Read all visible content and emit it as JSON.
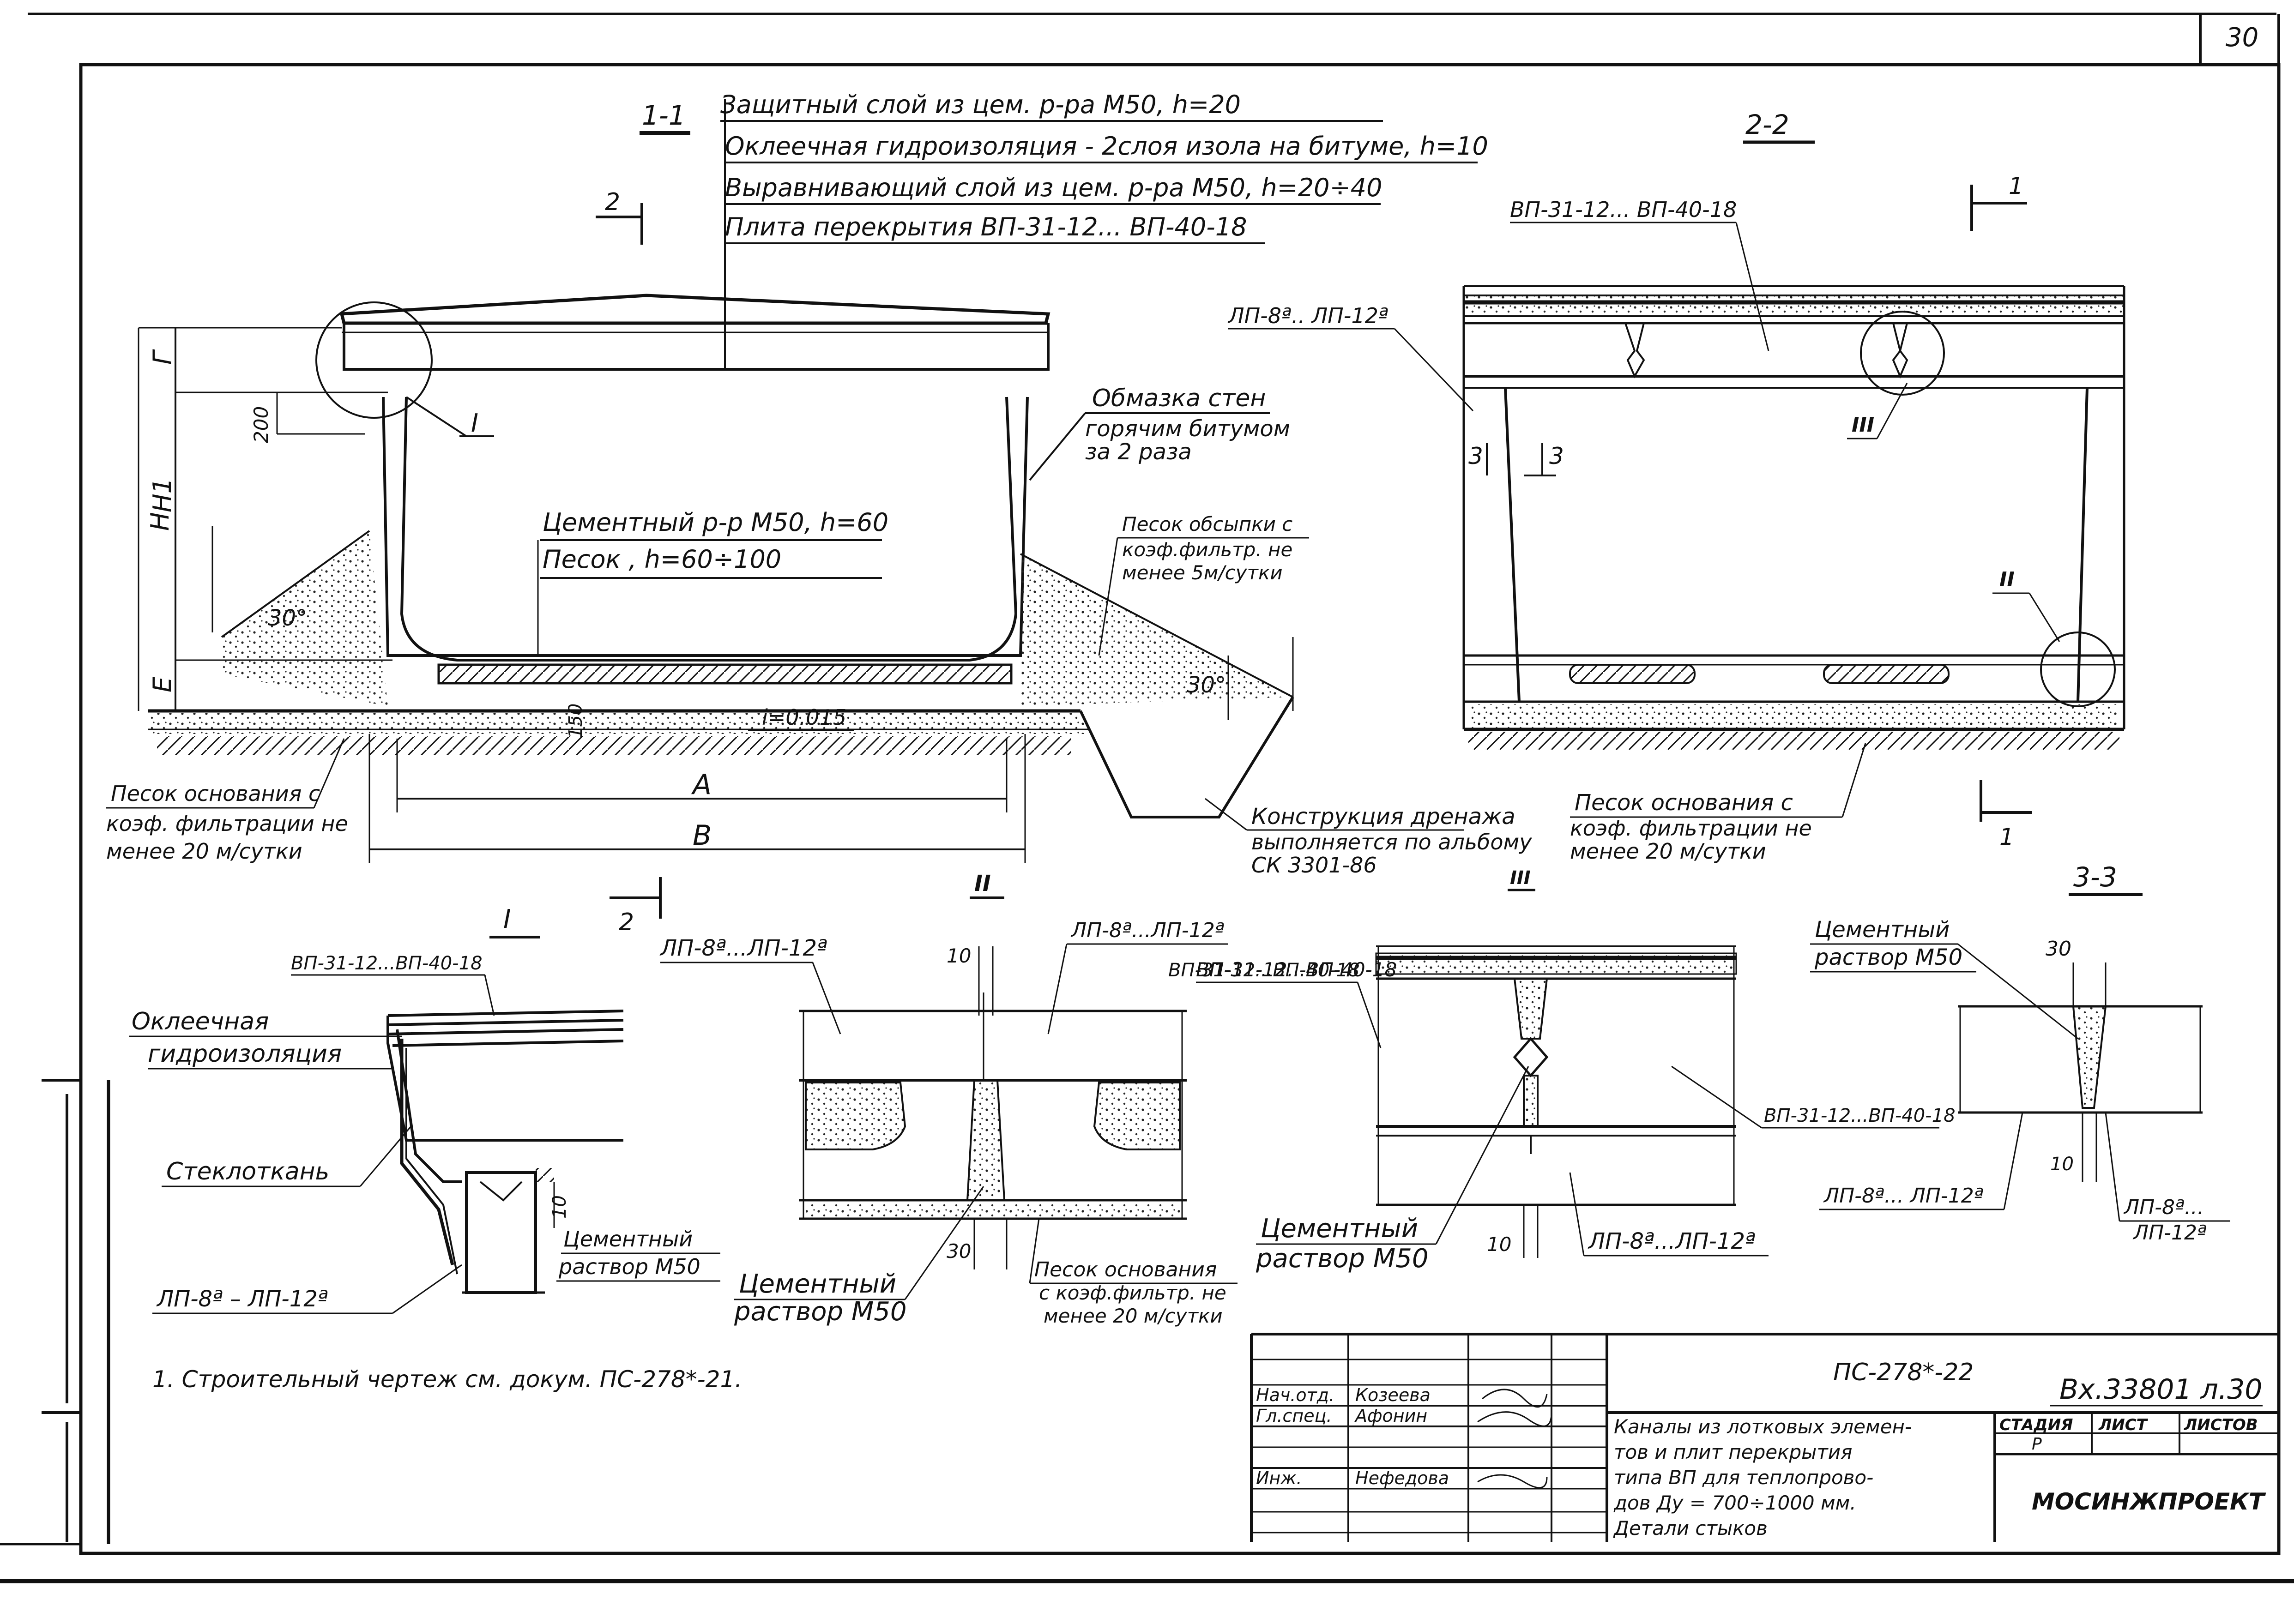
{
  "sheet_number": "30",
  "note": "1. Строительный чертеж см. докум. ПС-278*-21.",
  "title_block": {
    "doc_code": "ПС-278*-22",
    "inv_no": "Вх.33801 л.30",
    "description": [
      "Каналы из лотковых элемен-",
      "тов и плит перекрытия",
      "типа ВП для теплопрово-",
      "дов Ду = 700÷1000 мм.",
      "Детали стыков"
    ],
    "headers": {
      "stage": "СТАДИЯ",
      "sheet": "ЛИСТ",
      "sheets": "ЛИСТОВ"
    },
    "stage_value": "Р",
    "organization": "МОСИНЖПРОЕКТ",
    "signatures": [
      {
        "role": "Нач.отд.",
        "name": "Козеева"
      },
      {
        "role": "Гл.спец.",
        "name": "Афонин"
      },
      {
        "role": "Инж.",
        "name": "Нефедова"
      }
    ]
  },
  "section_1_1": {
    "title": "1-1",
    "layers": [
      "Защитный слой из цем. р-ра М50, h=20",
      "Оклеечная гидроизоляция - 2слоя изола на битуме, h=10",
      "Выравнивающий слой из цем. р-ра М50, h=20÷40",
      "Плита перекрытия ВП-31-12... ВП-40-18"
    ],
    "inner_layers": [
      "Цементный р-р М50, h=60",
      "Песок , h=60÷100"
    ],
    "wall_coating": [
      "Обмазка стен",
      "горячим битумом",
      "за 2 раза"
    ],
    "backfill": [
      "Песок обсыпки с",
      "коэф.фильтр. не",
      "менее 5м/сутки"
    ],
    "base_sand": [
      "Песок основания с",
      "коэф. фильтрации не",
      "менее 20 м/сутки"
    ],
    "drain": [
      "Конструкция дренажа",
      "выполняется по альбому",
      "СК 3301-86"
    ],
    "dims": {
      "g": "Г",
      "h": "Н",
      "h1": "Н1",
      "e": "Е",
      "d200": "200",
      "d150": "150",
      "slope": "i=0.015",
      "a": "А",
      "b": "В",
      "ang1": "30°",
      "ang2": "30°",
      "cut": "2",
      "node": "I"
    }
  },
  "section_2_2": {
    "title": "2-2",
    "slab": "ВП-31-12... ВП-40-18",
    "tray": "ЛП-8ª.. ЛП-12ª",
    "base_sand": [
      "Песок основания с",
      "коэф. фильтрации не",
      "менее 20 м/сутки"
    ],
    "nodes": {
      "n2": "II",
      "n3": "III"
    },
    "cuts": {
      "c1": "1",
      "c3a": "3",
      "c3b": "3"
    }
  },
  "detail_I": {
    "title": "I",
    "slab": "ВП-31-12...ВП-40-18",
    "waterproof": [
      "Оклеечная",
      "гидроизоляция"
    ],
    "fiberglass": "Стеклоткань",
    "mortar": [
      "Цементный",
      "раствор М50"
    ],
    "tray": "ЛП-8ª – ЛП-12ª",
    "dim10": "10",
    "cut": "2"
  },
  "detail_II": {
    "title": "II",
    "tray_top": "ЛП-8ª...ЛП-12ª",
    "tray_left": "ЛП-8ª...ЛП-12ª",
    "slab": "ВП-31-12...ВП-40-18",
    "dim10": "10",
    "dim30": "30",
    "mortar": [
      "Цементный",
      "раствор М50"
    ],
    "sand": [
      "Песок основания",
      "с коэф.фильтр. не",
      "менее 20 м/сутки"
    ]
  },
  "detail_III": {
    "title": "III",
    "slab_top": "ВП-31-12...ВП-40-18",
    "slab_right": "ВП-31-12...ВП-40-18",
    "mortar": [
      "Цементный",
      "раствор М50"
    ],
    "dim10": "10",
    "tray": "ЛП-8ª...ЛП-12ª"
  },
  "detail_3_3": {
    "title": "3-3",
    "mortar": [
      "Цементный",
      "раствор М50"
    ],
    "dim30": "30",
    "dim10": "10",
    "tray_left": "ЛП-8ª... ЛП-12ª",
    "tray_right": [
      "ЛП-8ª...",
      "ЛП-12ª"
    ]
  }
}
